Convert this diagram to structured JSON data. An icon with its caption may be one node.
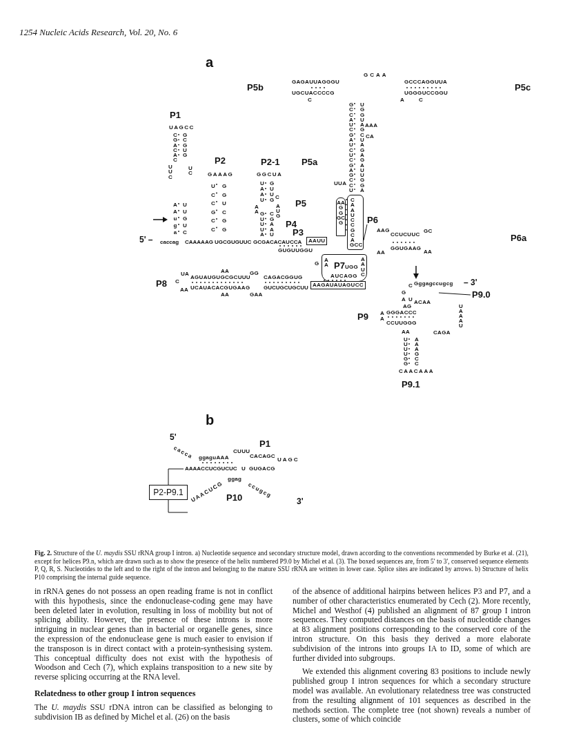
{
  "diagram": {
    "caption": "**Fig. 2.** Structure of the *U. maydis* SSU rRNA group I intron. a) Nucleotide sequence and secondary structure model, drawn according to the conventions recommended by Burke et al. (21), except for helices P9.n, which are drawn such as to show the presence of the helix numbered P9.0 by Michel et al. (3). The boxed sequences are, from 5' to 3', conserved sequence elements P, Q, R, S. Nucleotides to the left and to the right of the intron and belonging to the mature SSU rRNA are written in lower case. Splice sites are indicated by arrows. b) Structure of helix P10 comprising the internal guide sequence.",
    "nodes": [
      {
        "text": [
          "AAUU"
        ]
      },
      {
        "text": [
          "AAGGGCG"
        ]
      },
      {
        "text": [
          "CAAUCCGCA",
          "GCC"
        ]
      },
      {
        "text": [
          "AA",
          "AUCAGG",
          "AAUC",
          "UGG"
        ]
      },
      {
        "text": [
          "AAGAUAUAGUCC"
        ]
      },
      {
        "text": [
          "P2-P9.1"
        ]
      },
      {
        "text": [
          "P6"
        ]
      },
      {
        "text": [
          "P9.0"
        ]
      }
    ],
    "edges": [
      {
        "from": 6,
        "to": 2,
        "arrow": "none"
      },
      {
        "from": 7,
        "to": null,
        "arrow": "none"
      }
    ],
    "labels": [
      "1254 Nucleic Acids Research, Vol. 20, No. 6",
      "a",
      "P5b",
      "GAGAUUAGGGU",
      "UGCUACCCCG",
      "C",
      "GCAA",
      "GCCCAGGUUA",
      "UGGGUCCGGU",
      "A",
      "C",
      "P5c",
      "P5a",
      "GCCAUCGAUCUCGAGCCU",
      "UGGUAGCUAGAGAUUGGA",
      "AAA",
      "CA",
      "UUA",
      "P5",
      "P4",
      "P3",
      "5' –",
      "caccag",
      "CAAAAAG",
      "UGCGUGUUC",
      "GCGACACAUCCA",
      "AAG",
      "CCUCUUC",
      "GC",
      "P6a",
      "GUGUUGGU",
      "AA",
      "GGUGAAG",
      "AA",
      "P1",
      "UAGCC",
      "CGACAC",
      "GCGUG",
      "UUC",
      "UC",
      "AAuga",
      "UUGUC",
      "P2",
      "GAAAG",
      "UCCGCC",
      "GGUCGG",
      "P2-1",
      "GGCUA",
      "UAAU",
      "GUUG",
      "C",
      "AA",
      "AUG",
      "GUUUA",
      "CGAAU",
      "P8",
      "UA",
      "C",
      "AA",
      "AGUAUGUGCGCUUU",
      "UCAUACACGUGAAG",
      "AA",
      "AA",
      "GG",
      "GAA",
      "CAGACGGUG",
      "GUCUGCUGCUU",
      "G",
      "P7",
      "G",
      "C",
      "Gggagccugcg",
      "– 3'",
      "A",
      "U",
      "ACAA",
      "UAAAU",
      "CAGA",
      "AG",
      "P9",
      "AA",
      "GGGACCC",
      "CCUUGGG",
      "AA",
      "UUUUGG",
      "AAAGCC",
      "CAACAAA",
      "P9.1",
      "b",
      "5'",
      "cacca",
      "ggaguAAA",
      "CUUU",
      "CACAGC",
      "UAGC",
      "P1",
      "AAAACCUCGUCUC",
      "U",
      "GUGACG",
      "ggag",
      "UAACUCG",
      "ccugcg",
      "P10",
      "3'",
      "in rRNA genes do not possess an open reading frame is not in conflict with this hypothesis, since the endonuclease-coding gene may have been deleted later in evolution, resulting in loss of mobility but not of splicing ability. However, the presence of these introns is more intriguing in nuclear genes than in bacterial or organelle genes, since the expression of the endonuclease gene is much easier to envision if the transposon is in direct contact with a protein-synthesising system. This conceptual difficulty does not exist with the hypothesis of Woodson and Cech (7), which explains transposition to a new site by reverse splicing occurring at the RNA level.",
      "Relatedness to other group I intron sequences",
      "The *U. maydis* SSU rDNA intron can be classified as belonging to subdivision IB as defined by Michel et al. (26) on the basis",
      "of the absence of additional hairpins between helices P3 and P7, and a number of other characteristics enumerated by Cech (2). More recently, Michel and Westhof (4) published an alignment of 87 group I intron sequences. They computed distances on the basis of nucleotide changes at 83 alignment positions corresponding to the conserved core of the intron structure. On this basis they derived a more elaborate subdivision of the introns into groups IA to ID, some of which are further divided into subgroups.",
      "We extended this alignment covering 83 positions to include newly published group I intron sequences for which a secondary structure model was available. An evolutionary relatedness tree was constructed from the resulting alignment of 101 sequences as described in the methods section. The complete tree (not shown) reveals a number of clusters, some of which coincide"
    ]
  }
}
